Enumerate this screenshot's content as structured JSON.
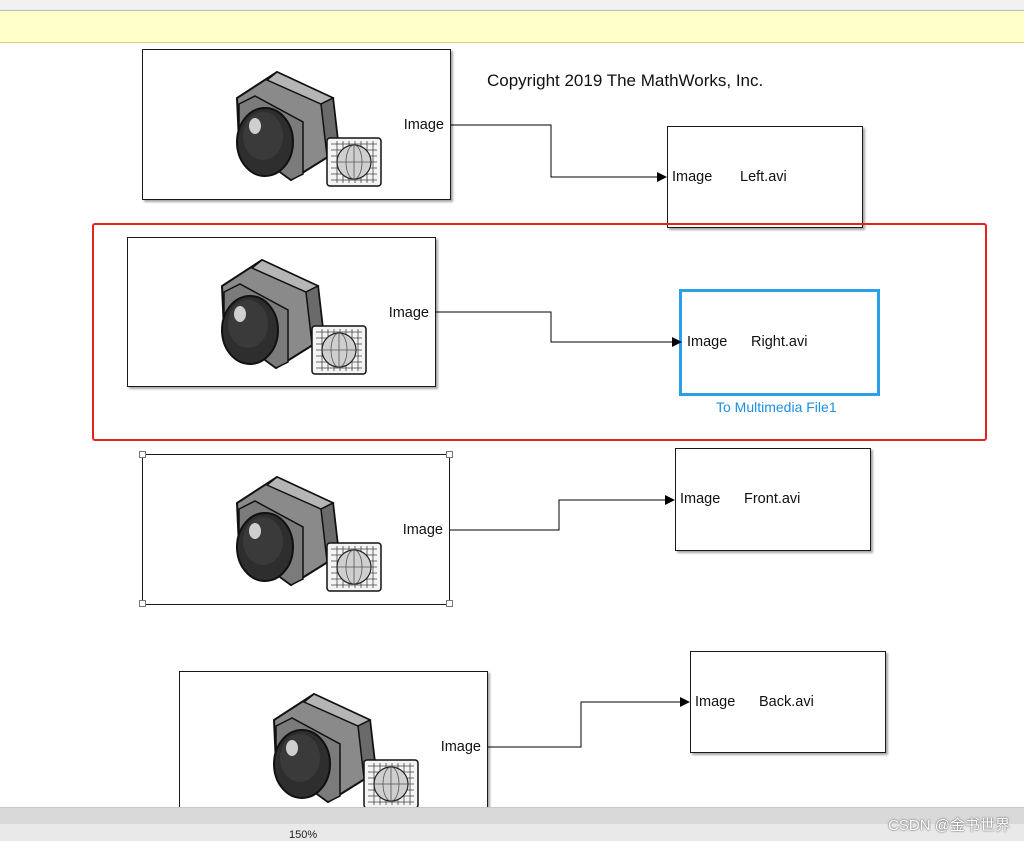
{
  "copyright": "Copyright 2019 The MathWorks, Inc.",
  "sources": [
    {
      "port_label": "Image"
    },
    {
      "port_label": "Image"
    },
    {
      "port_label": "Image"
    },
    {
      "port_label": "Image"
    }
  ],
  "sinks": [
    {
      "port_label": "Image",
      "file": "Left.avi"
    },
    {
      "port_label": "Image",
      "file": "Right.avi",
      "name": "To Multimedia File1"
    },
    {
      "port_label": "Image",
      "file": "Front.avi"
    },
    {
      "port_label": "Image",
      "file": "Back.avi"
    }
  ],
  "status": {
    "zoom": "150%"
  },
  "watermark": "CSDN @金书世界",
  "colors": {
    "selection": "#2aa0ea",
    "highlight_box": "#e82020",
    "infobar": "#ffffc8"
  }
}
